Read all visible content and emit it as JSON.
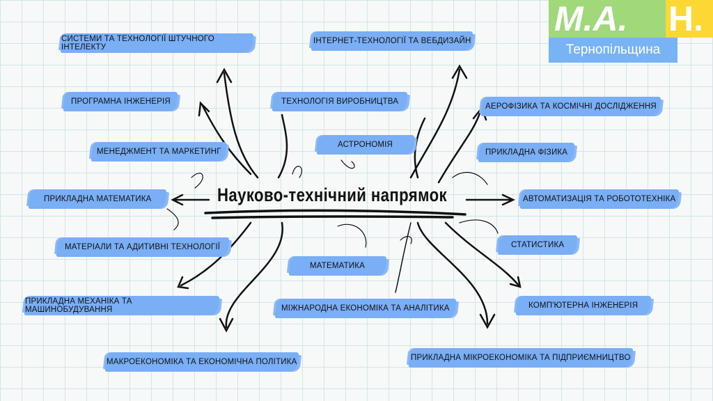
{
  "logo": {
    "mark_left": "M.A.",
    "mark_right": "H.",
    "region": "Тернопільщина"
  },
  "title": "Науково-технічний напрямок",
  "branches": [
    "Системи та технології штучного інтелекту",
    "Інтернет-технології та вебдизайн",
    "Програмна інженерія",
    "Технологія виробництва",
    "Аерофізика та космічні дослідження",
    "Менеджмент та маркетинг",
    "Астрономія",
    "Прикладна фізика",
    "Прикладна математика",
    "Автоматизація та робототехніка",
    "Матеріали та адитивні технології",
    "Статистика",
    "Математика",
    "Прикладна механіка та машинобудування",
    "Міжнародна економіка та аналітика",
    "Комп'ютерна інженерія",
    "Макроекономіка та економічна політика",
    "Прикладна мікроекономіка та підприємництво"
  ],
  "colors": {
    "label_bg": "#7aaef5",
    "logo_green": "#a0d87a",
    "logo_yellow": "#fdd835",
    "logo_blue": "#78b3f5"
  }
}
